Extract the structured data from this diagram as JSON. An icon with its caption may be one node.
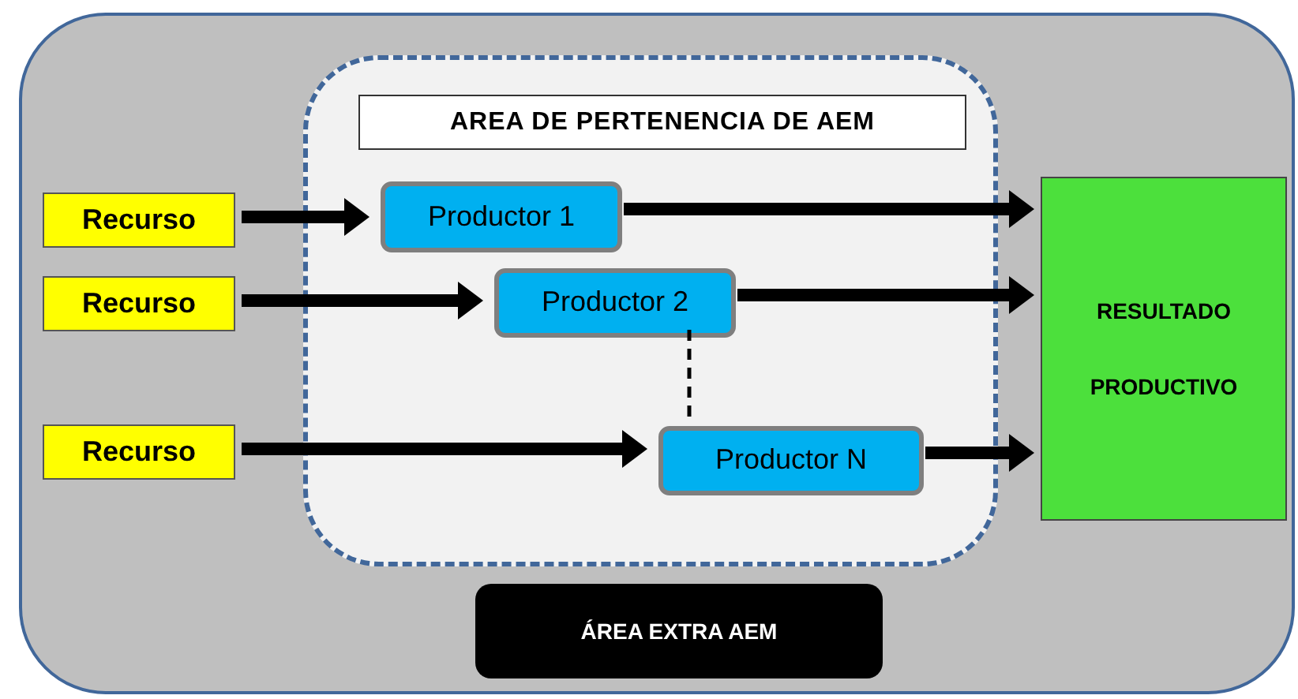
{
  "diagram": {
    "nodes": [
      {
        "text": [],
        "shape": "box"
      },
      {
        "text": [
          "Recurso"
        ],
        "in": 0
      },
      {
        "text": [
          "Recurso"
        ],
        "in": 0
      },
      {
        "text": [
          "Recurso"
        ],
        "in": 0
      },
      {
        "text": [],
        "shape": "box",
        "in": 0
      },
      {
        "text": [
          "AREA DE PERTENENCIA DE AEM"
        ],
        "in": 4
      },
      {
        "text": [
          "Productor 1"
        ],
        "in": 4
      },
      {
        "text": [
          "Productor 2"
        ],
        "in": 4
      },
      {
        "text": [
          "Productor N"
        ],
        "in": 4
      },
      {
        "text": [
          "RESULTADO PRODUCTIVO"
        ],
        "in": 0
      },
      {
        "text": [
          "ÁREA EXTRA AEM"
        ],
        "in": 0
      }
    ],
    "edges": [
      {
        "from": 1,
        "to": 6,
        "arrow": "to"
      },
      {
        "from": 2,
        "to": 7,
        "arrow": "to"
      },
      {
        "from": 3,
        "to": 8,
        "arrow": "to"
      },
      {
        "from": 6,
        "to": 9,
        "arrow": "to"
      },
      {
        "from": 7,
        "to": 9,
        "arrow": "to"
      },
      {
        "from": 8,
        "to": 9,
        "arrow": "to"
      },
      {
        "from": 7,
        "to": 8,
        "arrow": "none",
        "style": "dashed"
      }
    ]
  }
}
